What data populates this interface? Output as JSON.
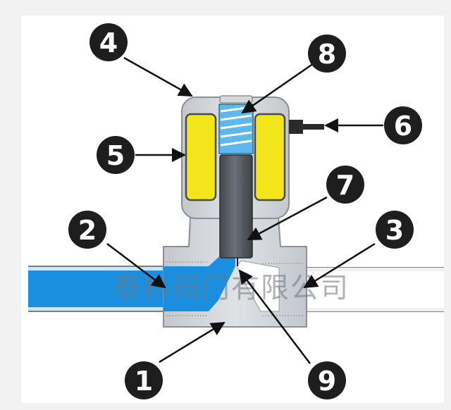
{
  "diagram": {
    "watermark": "泰科阀门有限公司",
    "callouts": [
      {
        "id": "1",
        "label": "1"
      },
      {
        "id": "2",
        "label": "2"
      },
      {
        "id": "3",
        "label": "3"
      },
      {
        "id": "4",
        "label": "4"
      },
      {
        "id": "5",
        "label": "5"
      },
      {
        "id": "6",
        "label": "6"
      },
      {
        "id": "7",
        "label": "7"
      },
      {
        "id": "8",
        "label": "8"
      },
      {
        "id": "9",
        "label": "9"
      }
    ],
    "colors": {
      "background": "#ffffff",
      "valve_body": "#cfd3d8",
      "coil": "#f2e51a",
      "inlet_fluid": "#1a8fe0",
      "plunger": "#5a5f66",
      "spring": "#5cb8ee",
      "callout_fill": "#1e1e1e"
    }
  }
}
